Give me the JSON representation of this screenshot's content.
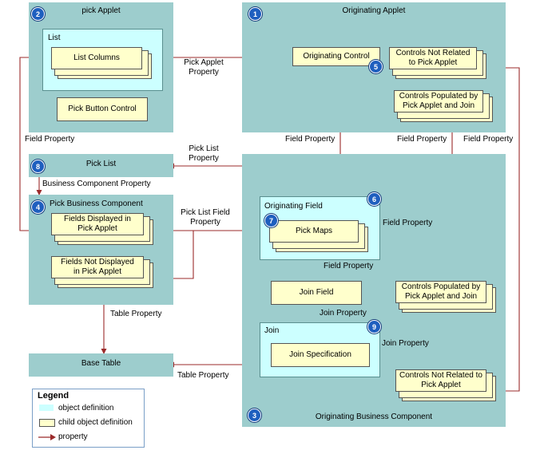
{
  "panels": {
    "pick_applet": "pick Applet",
    "originating_applet": "Originating Applet",
    "pick_list": "Pick List",
    "pick_business_component": "Pick Business Component",
    "base_table": "Base Table",
    "originating_business_component": "Originating Business Component"
  },
  "inner": {
    "list": "List",
    "originating_field": "Originating Field",
    "join": "Join"
  },
  "boxes": {
    "list_columns": "List Columns",
    "pick_button_control": "Pick Button Control",
    "originating_control": "Originating Control",
    "controls_not_related_top": "Controls Not Related to Pick Applet",
    "controls_populated_top": "Controls Populated by Pick Applet and Join",
    "fields_displayed": "Fields Displayed in Pick Applet",
    "fields_not_displayed": "Fields Not Displayed in Pick Applet",
    "pick_maps": "Pick Maps",
    "join_field": "Join Field",
    "join_specification": "Join Specification",
    "controls_populated_bottom": "Controls Populated by Pick Applet and Join",
    "controls_not_related_bottom": "Controls Not Related to Pick Applet"
  },
  "labels": {
    "pick_applet_property": "Pick Applet Property",
    "field_property_left": "Field Property",
    "field_property_mid": "Field Property",
    "field_property_right1": "Field Property",
    "field_property_right2": "Field Property",
    "pick_list_property": "Pick List Property",
    "business_component_property": "Business Component Property",
    "pick_list_field_property": "Pick List Field Property",
    "field_property_pickmaps": "Field Property",
    "field_property_joinfield": "Field Property",
    "join_property_1": "Join Property",
    "join_property_2": "Join Property",
    "table_property_1": "Table Property",
    "table_property_2": "Table Property"
  },
  "numbers": {
    "n1": "1",
    "n2": "2",
    "n3": "3",
    "n4": "4",
    "n5": "5",
    "n6": "6",
    "n7": "7",
    "n8": "8",
    "n9": "9"
  },
  "legend": {
    "title": "Legend",
    "object_definition": "object definition",
    "child_object_definition": "child object definition",
    "property": "property"
  },
  "colors": {
    "panel": "#9dcdcd",
    "inner": "#ccffff",
    "box": "#ffffcc",
    "arrow": "#9b2b2b",
    "badge": "#1f5fbf"
  }
}
